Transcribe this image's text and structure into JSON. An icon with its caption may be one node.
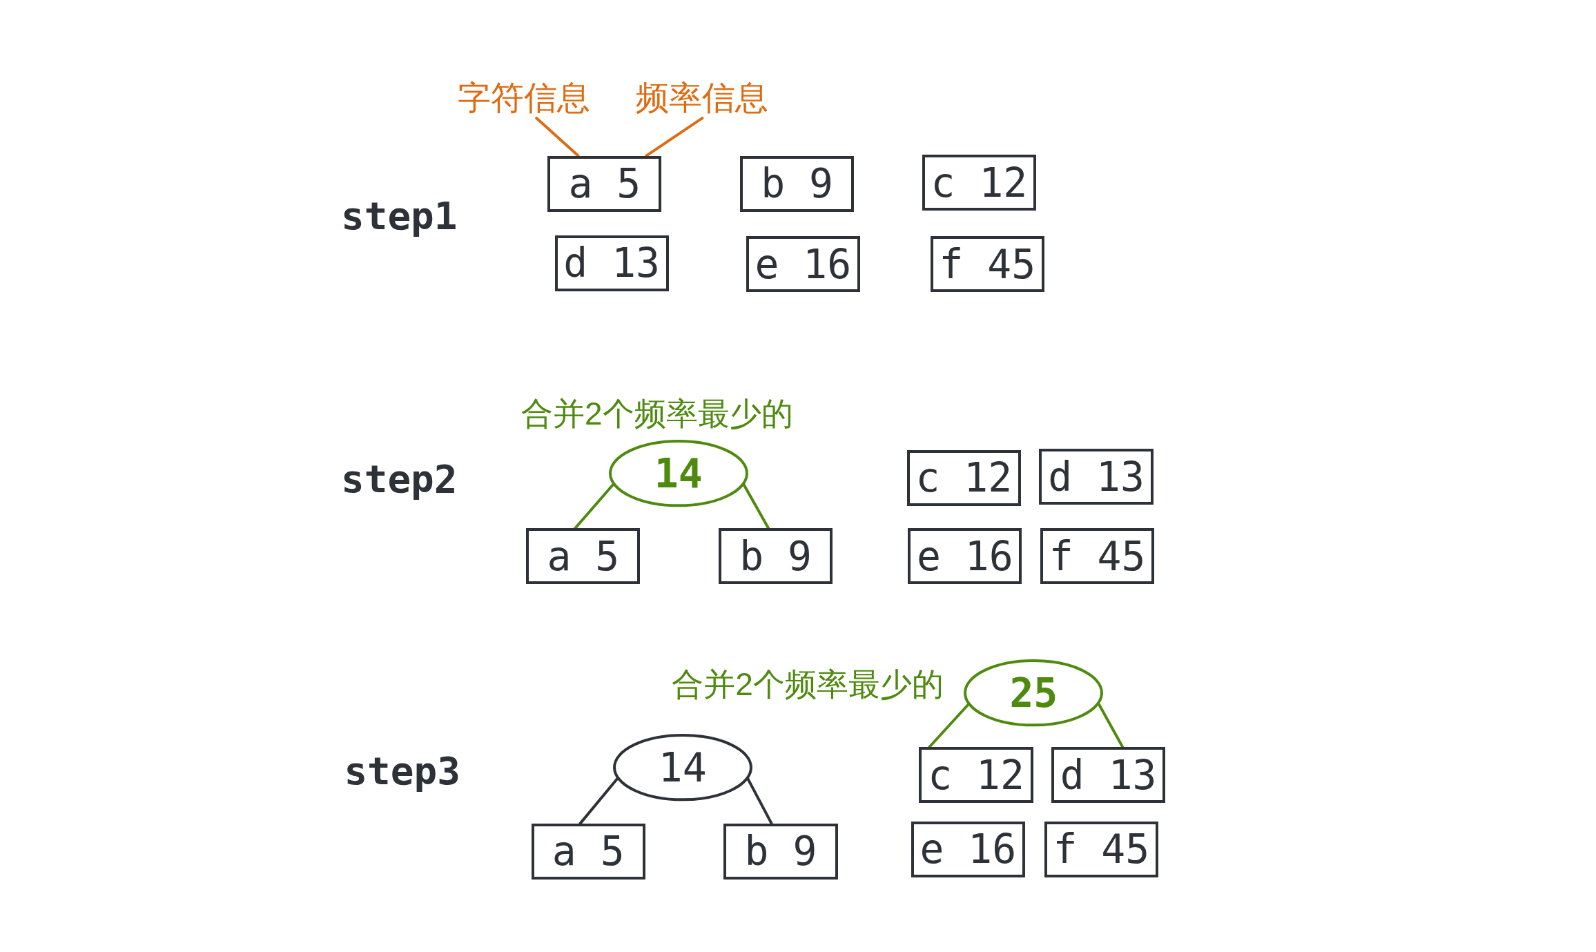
{
  "diagram": {
    "nodes": [
      {
        "text": [
          "字符信息"
        ]
      },
      {
        "text": [
          "频率信息"
        ]
      },
      {
        "text": [
          "a 5"
        ]
      },
      {
        "text": [
          "b 9"
        ]
      },
      {
        "text": [
          "c 12"
        ]
      },
      {
        "text": [
          "d 13"
        ]
      },
      {
        "text": [
          "e 16"
        ]
      },
      {
        "text": [
          "f 45"
        ]
      },
      {
        "text": [
          "14"
        ]
      },
      {
        "text": [
          "a 5"
        ]
      },
      {
        "text": [
          "b 9"
        ]
      },
      {
        "text": [
          "c 12"
        ]
      },
      {
        "text": [
          "d 13"
        ]
      },
      {
        "text": [
          "e 16"
        ]
      },
      {
        "text": [
          "f 45"
        ]
      },
      {
        "text": [
          "25"
        ]
      },
      {
        "text": [
          "14"
        ]
      },
      {
        "text": [
          "c 12"
        ]
      },
      {
        "text": [
          "d 13"
        ]
      },
      {
        "text": [
          "a 5"
        ]
      },
      {
        "text": [
          "b 9"
        ]
      },
      {
        "text": [
          "e 16"
        ]
      },
      {
        "text": [
          "f 45"
        ]
      }
    ],
    "edges": [
      {
        "from": 0,
        "to": 2,
        "arrow": "none",
        "color": "#e06a10"
      },
      {
        "from": 1,
        "to": 2,
        "arrow": "none",
        "color": "#e06a10"
      },
      {
        "from": 8,
        "to": 9,
        "arrow": "none",
        "color": "#4e8a0e"
      },
      {
        "from": 8,
        "to": 10,
        "arrow": "none",
        "color": "#4e8a0e"
      },
      {
        "from": 15,
        "to": 17,
        "arrow": "none",
        "color": "#4e8a0e"
      },
      {
        "from": 15,
        "to": 18,
        "arrow": "none",
        "color": "#4e8a0e"
      },
      {
        "from": 16,
        "to": 19,
        "arrow": "none"
      },
      {
        "from": 16,
        "to": 20,
        "arrow": "none"
      }
    ],
    "labels": [
      "step1",
      "合并2个频率最少的",
      "step2",
      "合并2个频率最少的",
      "step3"
    ]
  }
}
